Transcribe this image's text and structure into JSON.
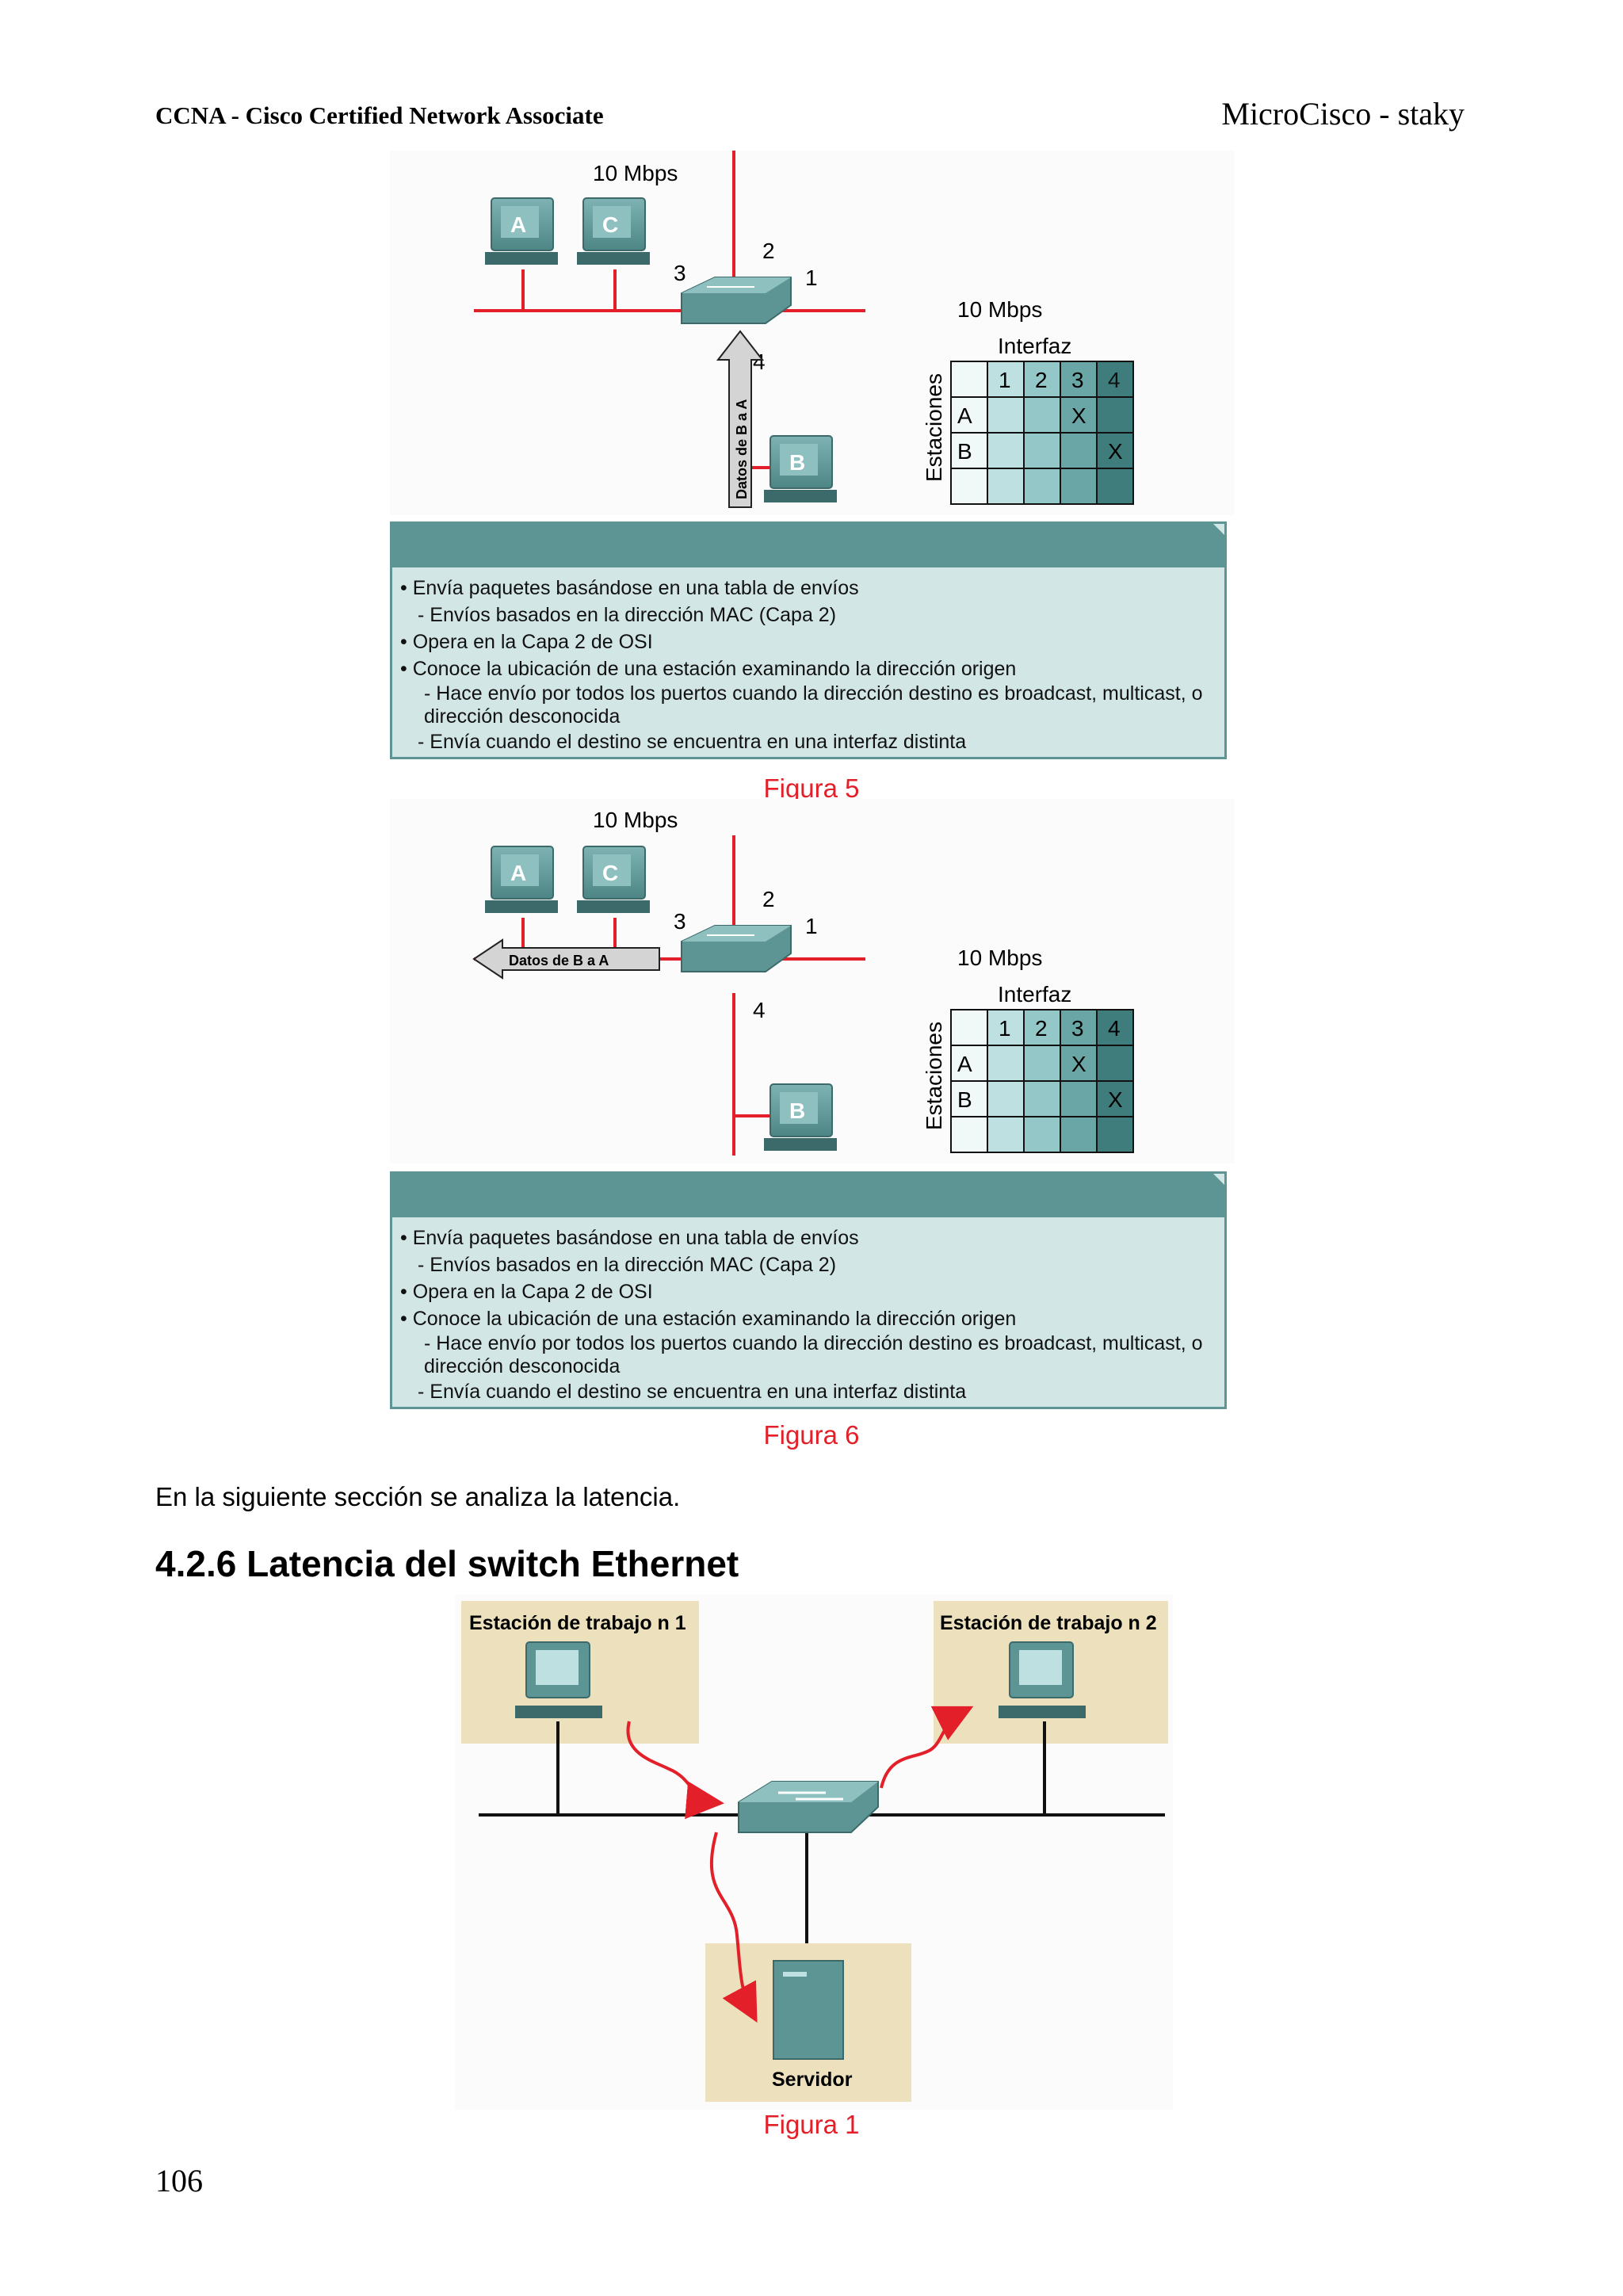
{
  "header": {
    "left": "CCNA - Cisco Certified Network Associate",
    "right": "MicroCisco - staky"
  },
  "figure5": {
    "speed_top": "10 Mbps",
    "speed_table": "10 Mbps",
    "hosts": [
      "A",
      "C",
      "B"
    ],
    "ports": [
      "1",
      "2",
      "3",
      "4"
    ],
    "arrow_label": "Datos de B a A",
    "table": {
      "col_title": "Interfaz",
      "row_title": "Estaciones",
      "columns": [
        "1",
        "2",
        "3",
        "4"
      ],
      "rows": [
        {
          "label": "A",
          "cells": [
            "",
            "",
            "X",
            ""
          ]
        },
        {
          "label": "B",
          "cells": [
            "",
            "",
            "",
            "X"
          ]
        },
        {
          "label": "",
          "cells": [
            "",
            "",
            "",
            ""
          ]
        }
      ]
    },
    "caption": "Figura 5"
  },
  "figure6": {
    "speed_top": "10 Mbps",
    "speed_table": "10 Mbps",
    "hosts": [
      "A",
      "C",
      "B"
    ],
    "ports": [
      "1",
      "2",
      "3",
      "4"
    ],
    "arrow_label": "Datos de B a A",
    "table": {
      "col_title": "Interfaz",
      "row_title": "Estaciones",
      "columns": [
        "1",
        "2",
        "3",
        "4"
      ],
      "rows": [
        {
          "label": "A",
          "cells": [
            "",
            "",
            "X",
            ""
          ]
        },
        {
          "label": "B",
          "cells": [
            "",
            "",
            "",
            "X"
          ]
        },
        {
          "label": "",
          "cells": [
            "",
            "",
            "",
            ""
          ]
        }
      ]
    },
    "caption": "Figura 6"
  },
  "bullets": [
    "• Envía paquetes basándose en una tabla de envíos",
    "- Envíos basados en la dirección MAC (Capa 2)",
    "• Opera en la Capa 2 de OSI",
    "• Conoce la ubicación de una estación examinando la dirección origen",
    "- Hace envío por todos los puertos cuando la dirección destino es broadcast, multicast, o",
    "dirección desconocida",
    "- Envía cuando el destino se encuentra en una interfaz distinta"
  ],
  "body_text": "En la siguiente sección se analiza la latencia.",
  "section_title": "4.2.6 Latencia del switch Ethernet",
  "figure1": {
    "ws1": "Estación de trabajo n 1",
    "ws2": "Estación de trabajo n 2",
    "server": "Servidor",
    "caption": "Figura 1"
  },
  "page_number": "106",
  "colors": {
    "line_red": "#e3202a",
    "teal": "#5d9494",
    "box_bg": "#d2e6e6",
    "beige": "#ece0bd"
  }
}
